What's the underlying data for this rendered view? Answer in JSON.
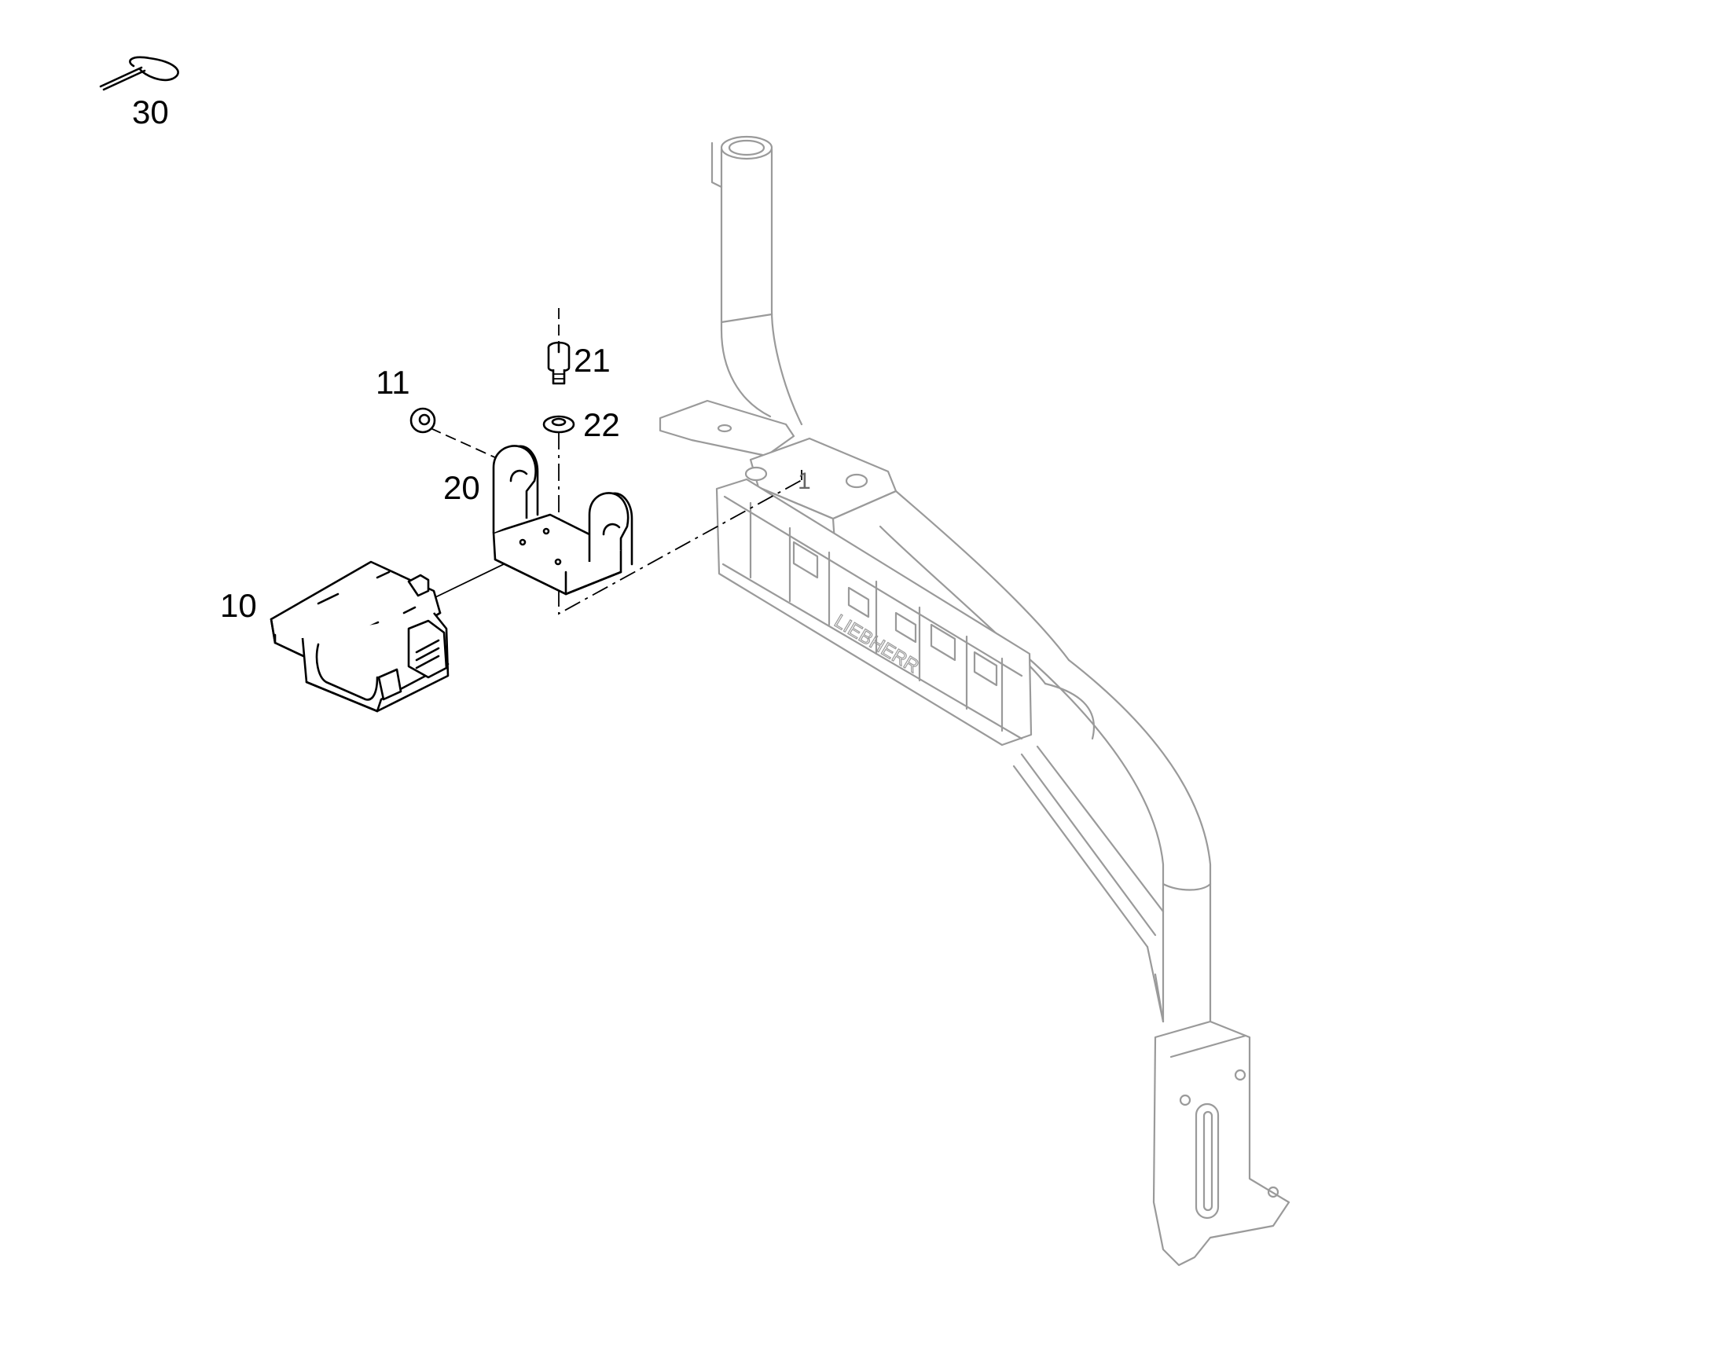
{
  "callouts": {
    "c30": "30",
    "c21": "21",
    "c11": "11",
    "c22": "22",
    "c20": "20",
    "c10": "10",
    "c1": "1"
  },
  "parts": [
    {
      "id": "10",
      "name": "lamp-housing"
    },
    {
      "id": "11",
      "name": "washer"
    },
    {
      "id": "20",
      "name": "mounting-bracket"
    },
    {
      "id": "21",
      "name": "bolt"
    },
    {
      "id": "22",
      "name": "washer"
    },
    {
      "id": "30",
      "name": "cable-tie"
    },
    {
      "id": "1",
      "name": "license-plate-holder-frame"
    }
  ],
  "plate_text": "LIEBHERR"
}
